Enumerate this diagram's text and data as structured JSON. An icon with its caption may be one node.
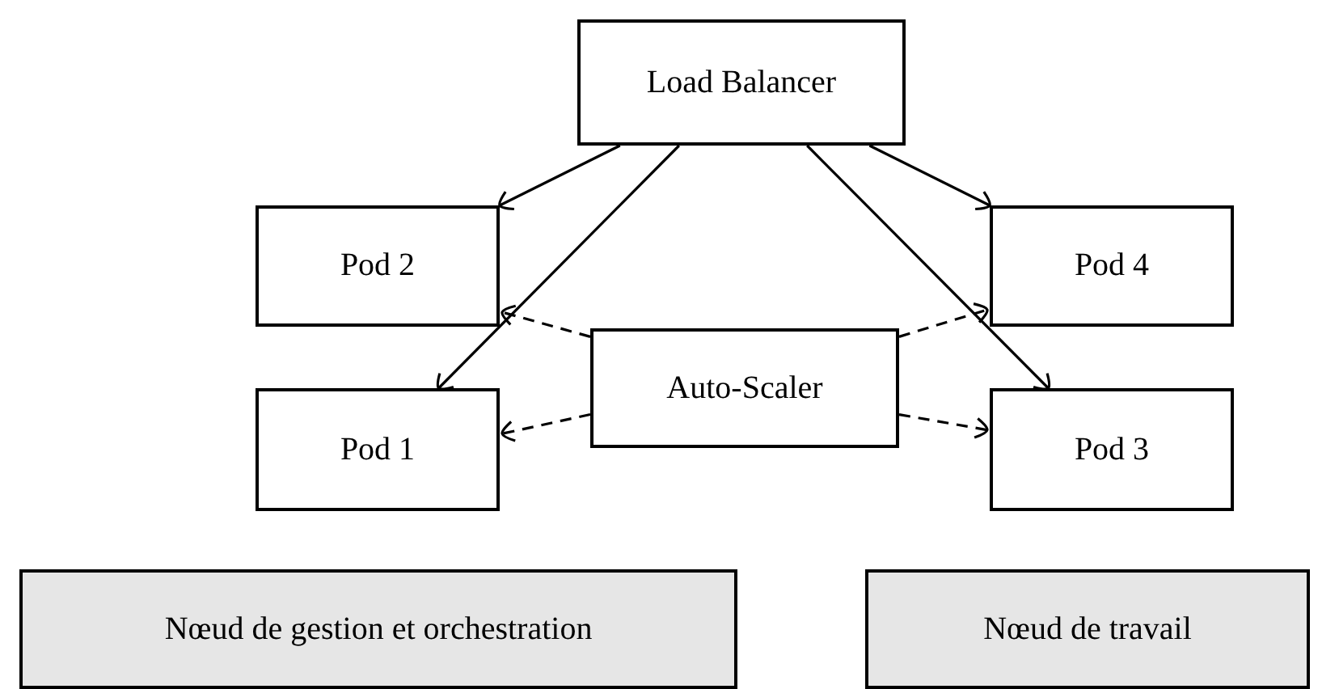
{
  "diagram": {
    "nodes": [
      {
        "text": [
          "Load Balancer"
        ]
      },
      {
        "text": [
          "Pod 2"
        ]
      },
      {
        "text": [
          "Pod 4"
        ]
      },
      {
        "text": [
          "Auto-Scaler"
        ]
      },
      {
        "text": [
          "Pod 1"
        ]
      },
      {
        "text": [
          "Pod 3"
        ]
      },
      {
        "text": [
          "Nœud de gestion et orchestration"
        ]
      },
      {
        "text": [
          "Nœud de travail"
        ]
      }
    ],
    "edges": [
      {
        "from": 0,
        "to": 1,
        "arrow": "to"
      },
      {
        "from": 0,
        "to": 4,
        "arrow": "to"
      },
      {
        "from": 0,
        "to": 2,
        "arrow": "to"
      },
      {
        "from": 0,
        "to": 5,
        "arrow": "to"
      },
      {
        "from": 3,
        "to": 1,
        "arrow": "to",
        "style": "dashed"
      },
      {
        "from": 3,
        "to": 4,
        "arrow": "to",
        "style": "dashed"
      },
      {
        "from": 3,
        "to": 2,
        "arrow": "to",
        "style": "dashed"
      },
      {
        "from": 3,
        "to": 5,
        "arrow": "to",
        "style": "dashed"
      }
    ]
  }
}
